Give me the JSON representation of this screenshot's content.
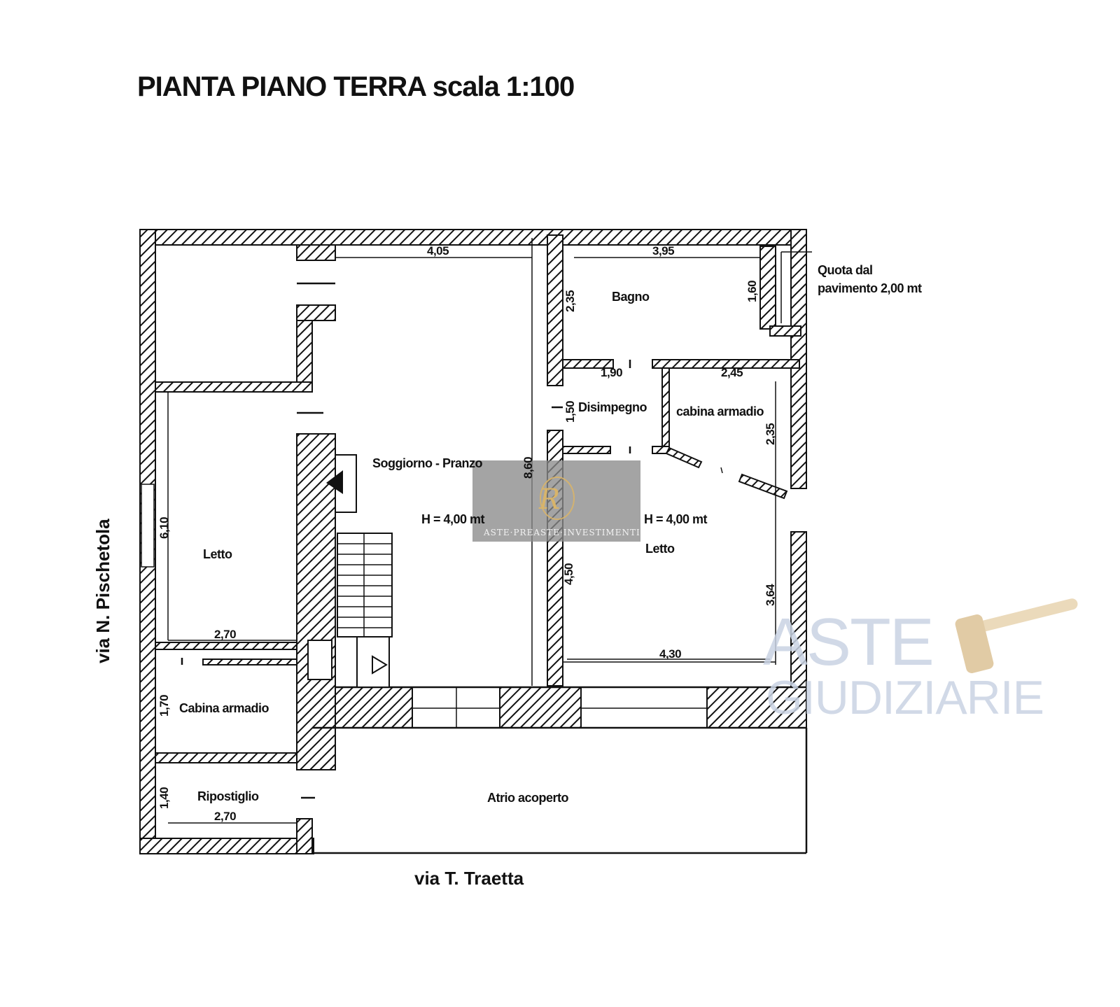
{
  "title": "PIANTA PIANO TERRA scala 1:100",
  "streets": {
    "left": "via N. Pischetola",
    "bottom": "via T. Traetta"
  },
  "rooms": {
    "soggiorno": "Soggiorno - Pranzo",
    "soggiorno_height": "H = 4,00 mt",
    "bagno": "Bagno",
    "disimpegno": "Disimpegno",
    "cabina_armadio_right": "cabina armadio",
    "letto_right": "Letto",
    "letto_right_height": "H = 4,00 mt",
    "letto_left": "Letto",
    "cabina_armadio_left": "Cabina armadio",
    "ripostiglio": "Ripostiglio",
    "atrio": "Atrio acoperto"
  },
  "note": {
    "line1": "Quota dal",
    "line2": "pavimento 2,00 mt"
  },
  "dimensions": {
    "soggiorno_width": "4,05",
    "bagno_width": "3,95",
    "bagno_height": "2,35",
    "window_height": "1,60",
    "disimpegno_width": "1,90",
    "cabina_width": "2,45",
    "disimpegno_height": "1,50",
    "cabina_height": "2,35",
    "soggiorno_length": "8,60",
    "letto_left_length": "6,10",
    "letto_left_width": "2,70",
    "cabina_left_height": "1,70",
    "ripostiglio_height": "1,40",
    "ripostiglio_width": "2,70",
    "letto_right_width": "4,30",
    "letto_right_height": "3,64",
    "letto_right_height2": "4,50"
  },
  "watermarks": {
    "center_caption": "ASTE·PREASTE·INVESTIMENTI",
    "center_logo": "R",
    "brand_line1": "ASTE",
    "brand_line2": "GIUDIZIARIE"
  },
  "colors": {
    "ink": "#111111",
    "watermark_blue": "#c9d3e3",
    "watermark_gold": "#d8b46a",
    "watermark_box": "#8a8a8a"
  }
}
